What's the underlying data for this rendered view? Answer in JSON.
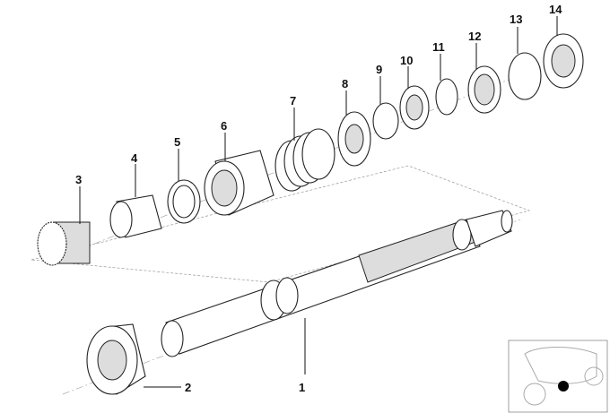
{
  "diagram": {
    "title": "Transmission output shaft exploded view",
    "callouts": [
      "1",
      "2",
      "3",
      "4",
      "5",
      "6",
      "7",
      "8",
      "9",
      "10",
      "11",
      "12",
      "13",
      "14"
    ]
  },
  "thumbnail": {
    "marker_color": "#000000"
  }
}
